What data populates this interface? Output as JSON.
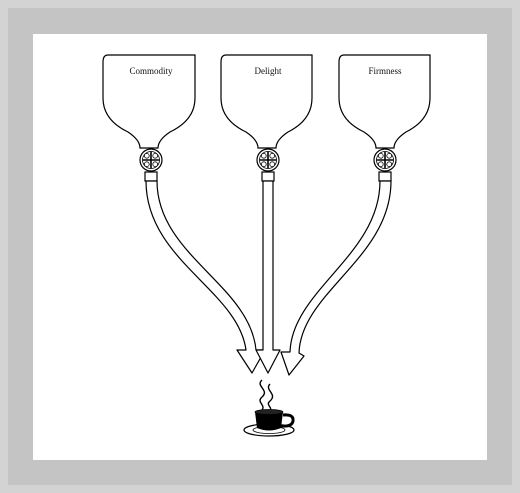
{
  "diagram": {
    "funnels": [
      {
        "id": "commodity",
        "label": "Commodity"
      },
      {
        "id": "delight",
        "label": "Delight"
      },
      {
        "id": "firmness",
        "label": "Firmness"
      }
    ]
  },
  "icons": {
    "valve": "valve-icon",
    "cup": "coffee-cup-icon",
    "steam": "steam-icon"
  },
  "colors": {
    "line": "#000000",
    "fill": "#ffffff",
    "cup": "#000000",
    "frame_outer": "#d3d3d3",
    "frame_inner": "#c4c4c4"
  }
}
